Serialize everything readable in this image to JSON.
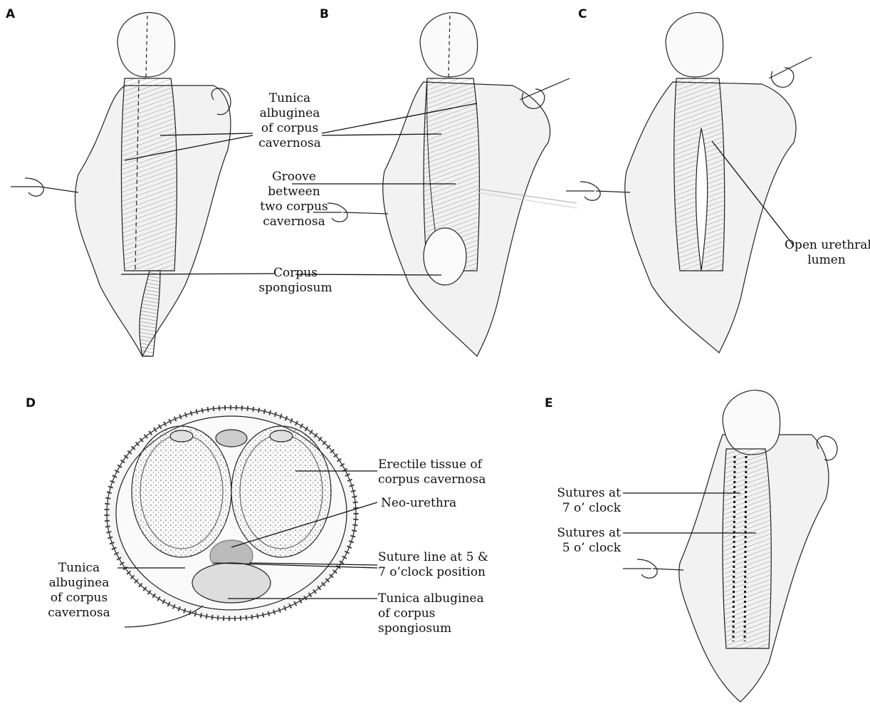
{
  "panels": {
    "A": {
      "letter": "A",
      "labels": {
        "tunica": [
          "Tunica",
          "albuginea",
          "of corpus",
          "cavernosa"
        ],
        "groove": [
          "Groove",
          "between",
          "two corpus",
          "cavernosa"
        ],
        "spongiosum": [
          "Corpus",
          "spongiosum"
        ]
      }
    },
    "B": {
      "letter": "B"
    },
    "C": {
      "letter": "C",
      "labels": {
        "lumen": [
          "Open urethral",
          "lumen"
        ]
      }
    },
    "D": {
      "letter": "D",
      "labels": {
        "erectile": [
          "Erectile tissue of",
          "corpus cavernosa"
        ],
        "neo_urethra": [
          "Neo-urethra"
        ],
        "suture_line": [
          "Suture line at 5 &",
          "7 o’clock position"
        ],
        "tunica_spongiosum": [
          "Tunica albuginea",
          "of corpus",
          "spongiosum"
        ],
        "tunica_cavernosa": [
          "Tunica",
          "albuginea",
          "of corpus",
          "cavernosa"
        ]
      }
    },
    "E": {
      "letter": "E",
      "labels": {
        "sutures_7": [
          "Sutures at",
          "7 o’ clock"
        ],
        "sutures_5": [
          "Sutures at",
          "5 o’ clock"
        ]
      }
    }
  }
}
